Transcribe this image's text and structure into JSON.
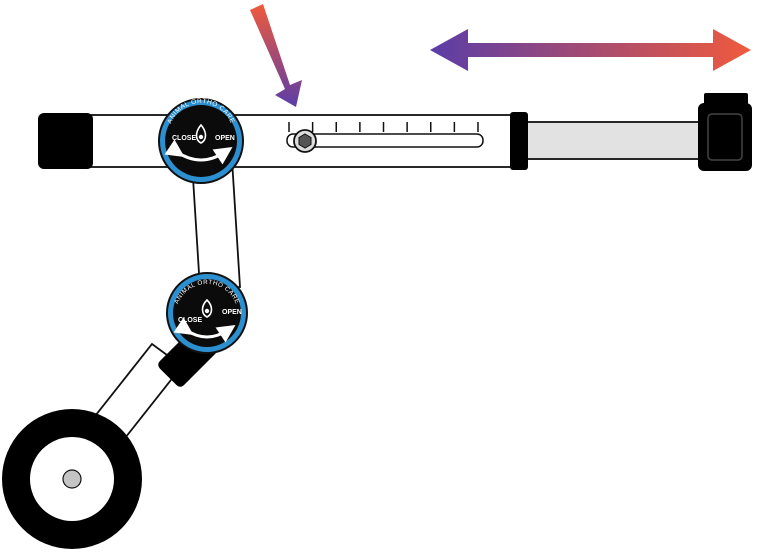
{
  "colors": {
    "outline": "#111111",
    "dial_ring": "#2c8fd0",
    "dial_face": "#0b0b0b",
    "tube_inner": "#e2e2e2",
    "arrow_start": "#5a3da8",
    "arrow_end": "#f05a3c",
    "hub": "#c4c4c4"
  },
  "icons": [
    "down-arrow-icon",
    "double-headed-arrow-icon",
    "close-arrow-icon",
    "hex-bolt-icon",
    "lock-icon"
  ],
  "dials": [
    {
      "brand": "ANIMAL ORTHO CARE",
      "close_label": "CLOSE",
      "open_label": "OPEN"
    },
    {
      "brand": "ANIMAL ORTHO CARE",
      "close_label": "CLOSE",
      "open_label": "OPEN"
    }
  ],
  "scale_ticks": 9
}
